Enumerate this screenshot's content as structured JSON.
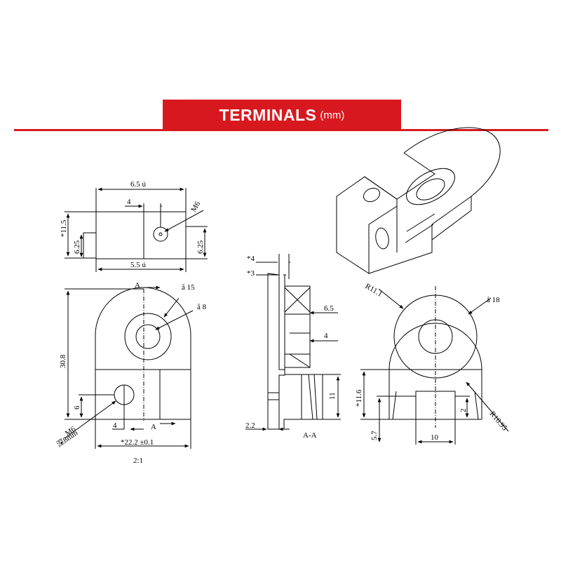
{
  "header": {
    "title": "TERMINALS",
    "unit": "(mm)",
    "accent_color": "#d7191f"
  },
  "views": {
    "top": {
      "width_top": "6.5 ú",
      "width_bottom": "5.5 ú",
      "offset": "4",
      "thread": "M6",
      "height_left": "*11.5",
      "height_sub": "6.25",
      "height_right": "6.25"
    },
    "front": {
      "section_mark": "A",
      "dia_outer": "å 15",
      "dia_inner": "å 8",
      "height": "30.8",
      "thread": "M6",
      "depth": "深8mm",
      "offset": "4",
      "hole_height": "6",
      "width": "*22.2 ±0.1",
      "scale": "2:1"
    },
    "section": {
      "label": "A-A",
      "dim_a": "*4",
      "dim_b": "*3",
      "dim_c": "6.5",
      "dim_d": "4",
      "dim_e": "11",
      "dim_f": "2.2"
    },
    "side": {
      "radius_top": "R11.1",
      "dia": "å 18",
      "height": "*11.6",
      "dim_small": "2",
      "radius_bottom": "R10.95",
      "base": "5.7",
      "width": "10"
    }
  }
}
